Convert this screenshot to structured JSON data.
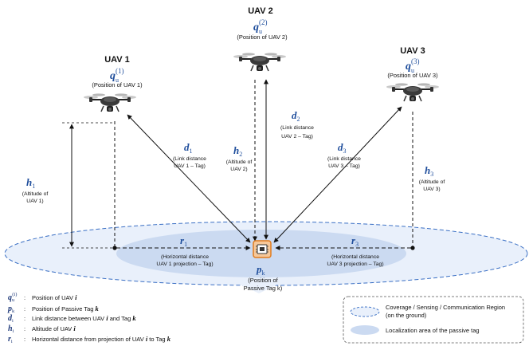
{
  "uavs": [
    {
      "name": "UAV 1",
      "q_symbol": "q",
      "q_sub": "u",
      "q_sup": "(1)",
      "caption": "(Position of UAV 1)"
    },
    {
      "name": "UAV 2",
      "q_symbol": "q",
      "q_sub": "u",
      "q_sup": "(2)",
      "caption": "(Position of UAV 2)"
    },
    {
      "name": "UAV 3",
      "q_symbol": "q",
      "q_sub": "u",
      "q_sup": "(3)",
      "caption": "(Position of UAV 3)"
    }
  ],
  "links": [
    {
      "symbol": "d",
      "sub": "1",
      "line1": "(Link distance",
      "line2": "UAV 1 – Tag)"
    },
    {
      "symbol": "d",
      "sub": "2",
      "line1": "(Link distance",
      "line2": "UAV 2 – Tag)"
    },
    {
      "symbol": "d",
      "sub": "3",
      "line1": "(Link distance",
      "line2": "UAV 3 – Tag)"
    }
  ],
  "altitudes": [
    {
      "symbol": "h",
      "sub": "1",
      "line1": "(Altitude of",
      "line2": "UAV 1)"
    },
    {
      "symbol": "h",
      "sub": "2",
      "line1": "(Altitude of",
      "line2": "UAV 2)"
    },
    {
      "symbol": "h",
      "sub": "3",
      "line1": "(Altitude of",
      "line2": "UAV 3)"
    }
  ],
  "horizontals": [
    {
      "symbol": "r",
      "sub": "1",
      "line1": "(Horizontal distance",
      "line2": "UAV 1 projection – Tag)"
    },
    {
      "symbol": "r",
      "sub": "3",
      "line1": "(Horizontal distance",
      "line2": "UAV 3 projection – Tag)"
    }
  ],
  "tag": {
    "symbol": "p",
    "sub": "k",
    "line1": "(Position of",
    "line2": "Passive Tag k)"
  },
  "symbol_legend": [
    {
      "sym": "q",
      "sub": "u",
      "sup": "(i)",
      "text": "Position of UAV ",
      "em": "i"
    },
    {
      "sym": "p",
      "sub": "k",
      "sup": "",
      "text": "Position of Passive Tag ",
      "em": "k"
    },
    {
      "sym": "d",
      "sub": "i",
      "sup": "",
      "text": "Link distance between UAV ",
      "em": "i",
      "text2": " and Tag ",
      "em2": "k"
    },
    {
      "sym": "h",
      "sub": "i",
      "sup": "",
      "text": "Altitude of UAV ",
      "em": "i"
    },
    {
      "sym": "r",
      "sub": "i",
      "sup": "",
      "text": "Horizontal distance from projection of UAV ",
      "em": "i",
      "text2": " to Tag ",
      "em2": "k"
    }
  ],
  "region_legend": {
    "coverage_line1": "Coverage / Sensing / Communication Region",
    "coverage_line2": "(on the ground)",
    "localization": "Localization area of the passive tag"
  },
  "colors": {
    "accent": "#1f4e9c",
    "region_fill": "#e9f0fb",
    "inner_fill": "#cbdaf1",
    "region_stroke": "#3a6fc4",
    "tag_orange": "#e07b1c"
  }
}
